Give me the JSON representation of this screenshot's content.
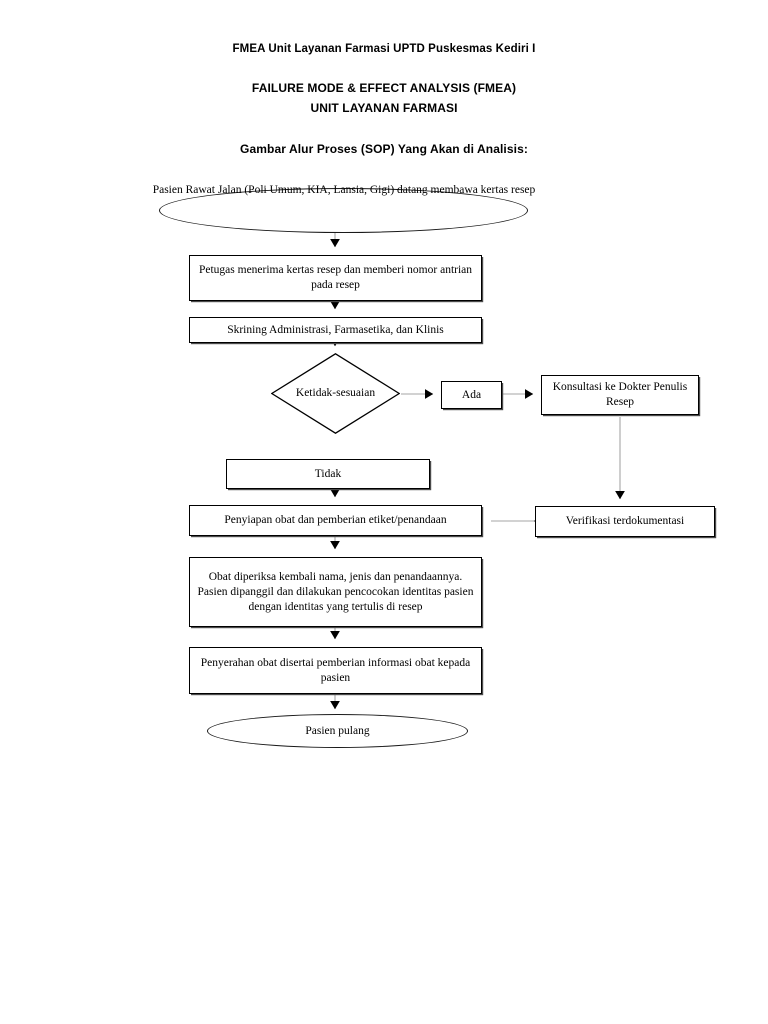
{
  "document": {
    "heading_main": "FMEA Unit Layanan Farmasi UPTD Puskesmas Kediri I",
    "heading_fmea": "FAILURE MODE & EFFECT ANALYSIS (FMEA)",
    "heading_unit": "UNIT LAYANAN FARMASI",
    "heading_section": "Gambar Alur Proses (SOP) Yang Akan di Analisis:"
  },
  "flowchart": {
    "type": "process-flow-diagram",
    "orientation": "top-to-bottom",
    "line_color": "#9a9a9a",
    "arrow_color": "#000000",
    "node_border_color": "#000000",
    "nodes": [
      {
        "id": "start",
        "shape": "ellipse",
        "label": "Pasien Rawat Jalan (Poli Umum, KIA, Lansia, Gigi) datang membawa kertas resep"
      },
      {
        "id": "receive",
        "shape": "rectangle",
        "label": "Petugas menerima kertas resep dan memberi nomor antrian pada resep"
      },
      {
        "id": "screening",
        "shape": "rectangle",
        "label": "Skrining Administrasi, Farmasetika, dan Klinis"
      },
      {
        "id": "decision",
        "shape": "diamond",
        "label": "Ketidak-sesuaian"
      },
      {
        "id": "ada",
        "shape": "rectangle",
        "label": "Ada"
      },
      {
        "id": "konsultasi",
        "shape": "rectangle",
        "label": "Konsultasi ke Dokter Penulis Resep"
      },
      {
        "id": "tidak",
        "shape": "rectangle",
        "label": "Tidak"
      },
      {
        "id": "penyiapan",
        "shape": "rectangle",
        "label": "Penyiapan obat dan pemberian etiket/penandaan"
      },
      {
        "id": "verifikasi",
        "shape": "rectangle",
        "label": "Verifikasi terdokumentasi"
      },
      {
        "id": "pemeriksaan",
        "shape": "rectangle",
        "label": "Obat diperiksa kembali nama, jenis dan penandaannya. Pasien dipanggil dan dilakukan pencocokan identitas pasien dengan identitas yang tertulis di resep"
      },
      {
        "id": "penyerahan",
        "shape": "rectangle",
        "label": "Penyerahan obat disertai pemberian informasi obat kepada pasien"
      },
      {
        "id": "end",
        "shape": "ellipse",
        "label": "Pasien pulang"
      }
    ],
    "edges": [
      {
        "from": "start",
        "to": "receive",
        "direction": "down"
      },
      {
        "from": "receive",
        "to": "screening",
        "direction": "down"
      },
      {
        "from": "screening",
        "to": "decision",
        "direction": "down"
      },
      {
        "from": "decision",
        "to": "ada",
        "direction": "right"
      },
      {
        "from": "ada",
        "to": "konsultasi",
        "direction": "right"
      },
      {
        "from": "konsultasi",
        "to": "verifikasi",
        "direction": "down"
      },
      {
        "from": "verifikasi",
        "to": "penyiapan",
        "direction": "left"
      },
      {
        "from": "tidak",
        "to": "penyiapan",
        "direction": "down"
      },
      {
        "from": "penyiapan",
        "to": "pemeriksaan",
        "direction": "down"
      },
      {
        "from": "pemeriksaan",
        "to": "penyerahan",
        "direction": "down"
      },
      {
        "from": "penyerahan",
        "to": "end",
        "direction": "down"
      }
    ]
  }
}
